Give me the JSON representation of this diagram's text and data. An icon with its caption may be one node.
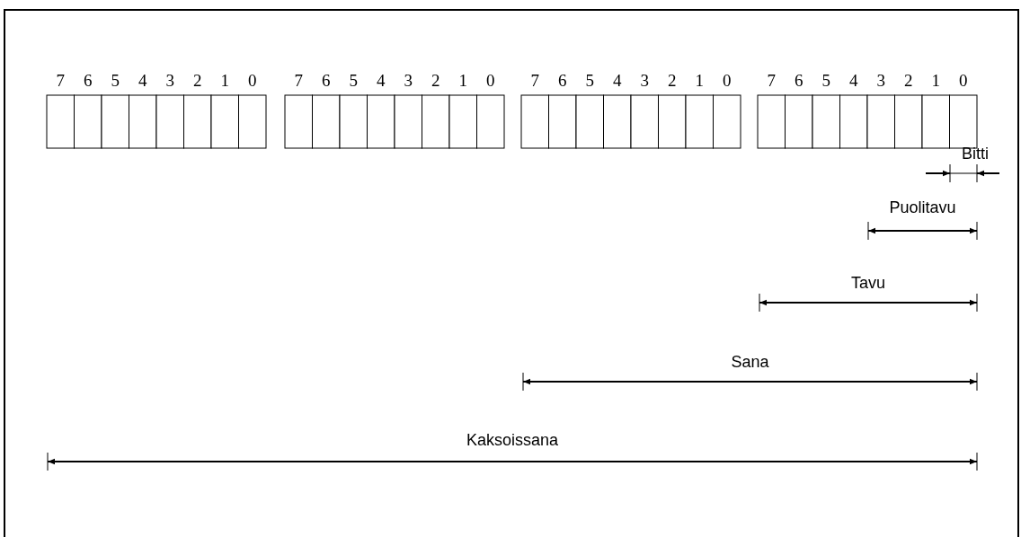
{
  "diagram": {
    "labels": [
      "7",
      "6",
      "5",
      "4",
      "3",
      "2",
      "1",
      "0",
      "7",
      "6",
      "5",
      "4",
      "3",
      "2",
      "1",
      "0",
      "7",
      "6",
      "5",
      "4",
      "3",
      "2",
      "1",
      "0",
      "7",
      "6",
      "5",
      "4",
      "3",
      "2",
      "1",
      "0",
      "Bitti",
      "Puolitavu",
      "Tavu",
      "Sana",
      "Kaksoissana"
    ]
  }
}
